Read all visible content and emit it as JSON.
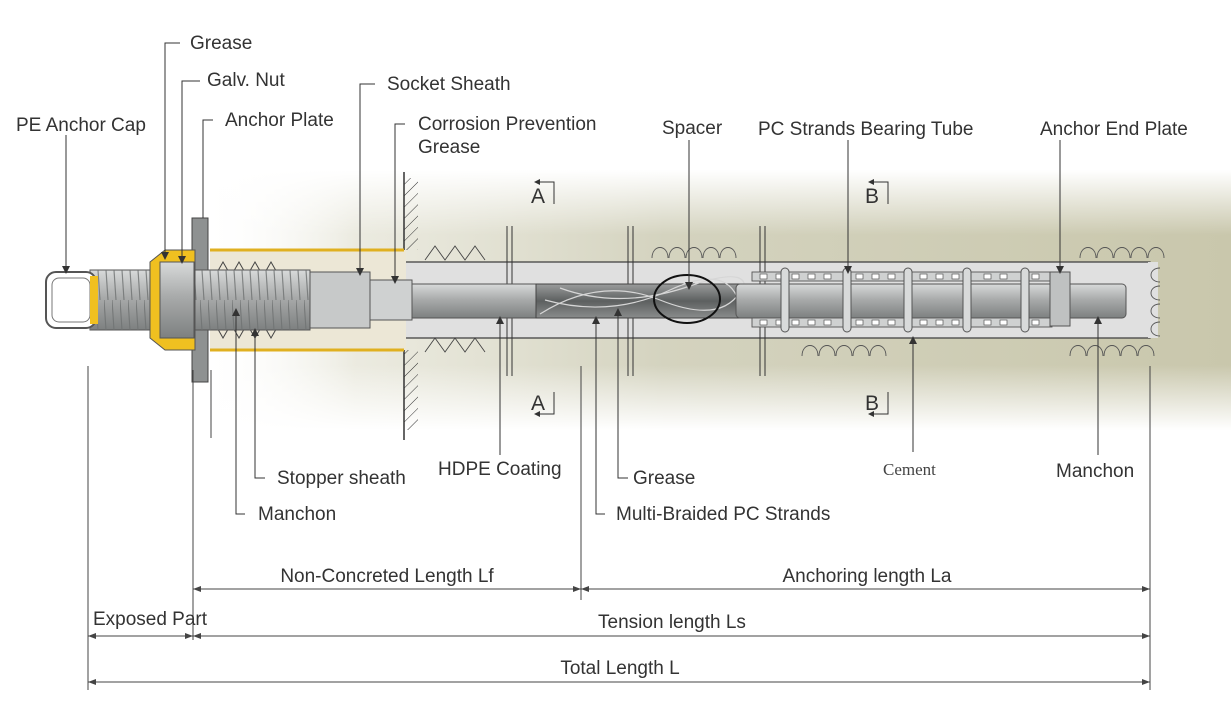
{
  "labels": {
    "grease_top": "Grease",
    "galv_nut": "Galv. Nut",
    "pe_anchor_cap": "PE Anchor Cap",
    "anchor_plate": "Anchor Plate",
    "socket_sheath": "Socket Sheath",
    "corrosion_prevention_line1": "Corrosion  Prevention",
    "corrosion_prevention_line2": "Grease",
    "spacer": "Spacer",
    "pc_strands_bearing_tube": "PC Strands Bearing Tube",
    "anchor_end_plate": "Anchor End Plate",
    "stopper_sheath": "Stopper sheath",
    "manchon_left": "Manchon",
    "hdpe_coating": "HDPE Coating",
    "grease_bottom": "Grease",
    "multi_braided": "Multi-Braided PC Strands",
    "cement": "Cement",
    "manchon_right": "Manchon"
  },
  "sections": {
    "section_a": "A",
    "section_b": "B"
  },
  "dimensions": {
    "non_concreted_length": "Non-Concreted Length Lf",
    "anchoring_length": "Anchoring length La",
    "exposed_part": "Exposed Part",
    "tension_length": "Tension length Ls",
    "total_length": "Total Length L"
  },
  "colors": {
    "ground": "#cfcdb6",
    "steel": "#b3b5b5",
    "grease": "#f0c020",
    "cement": "#dcdcdc"
  }
}
